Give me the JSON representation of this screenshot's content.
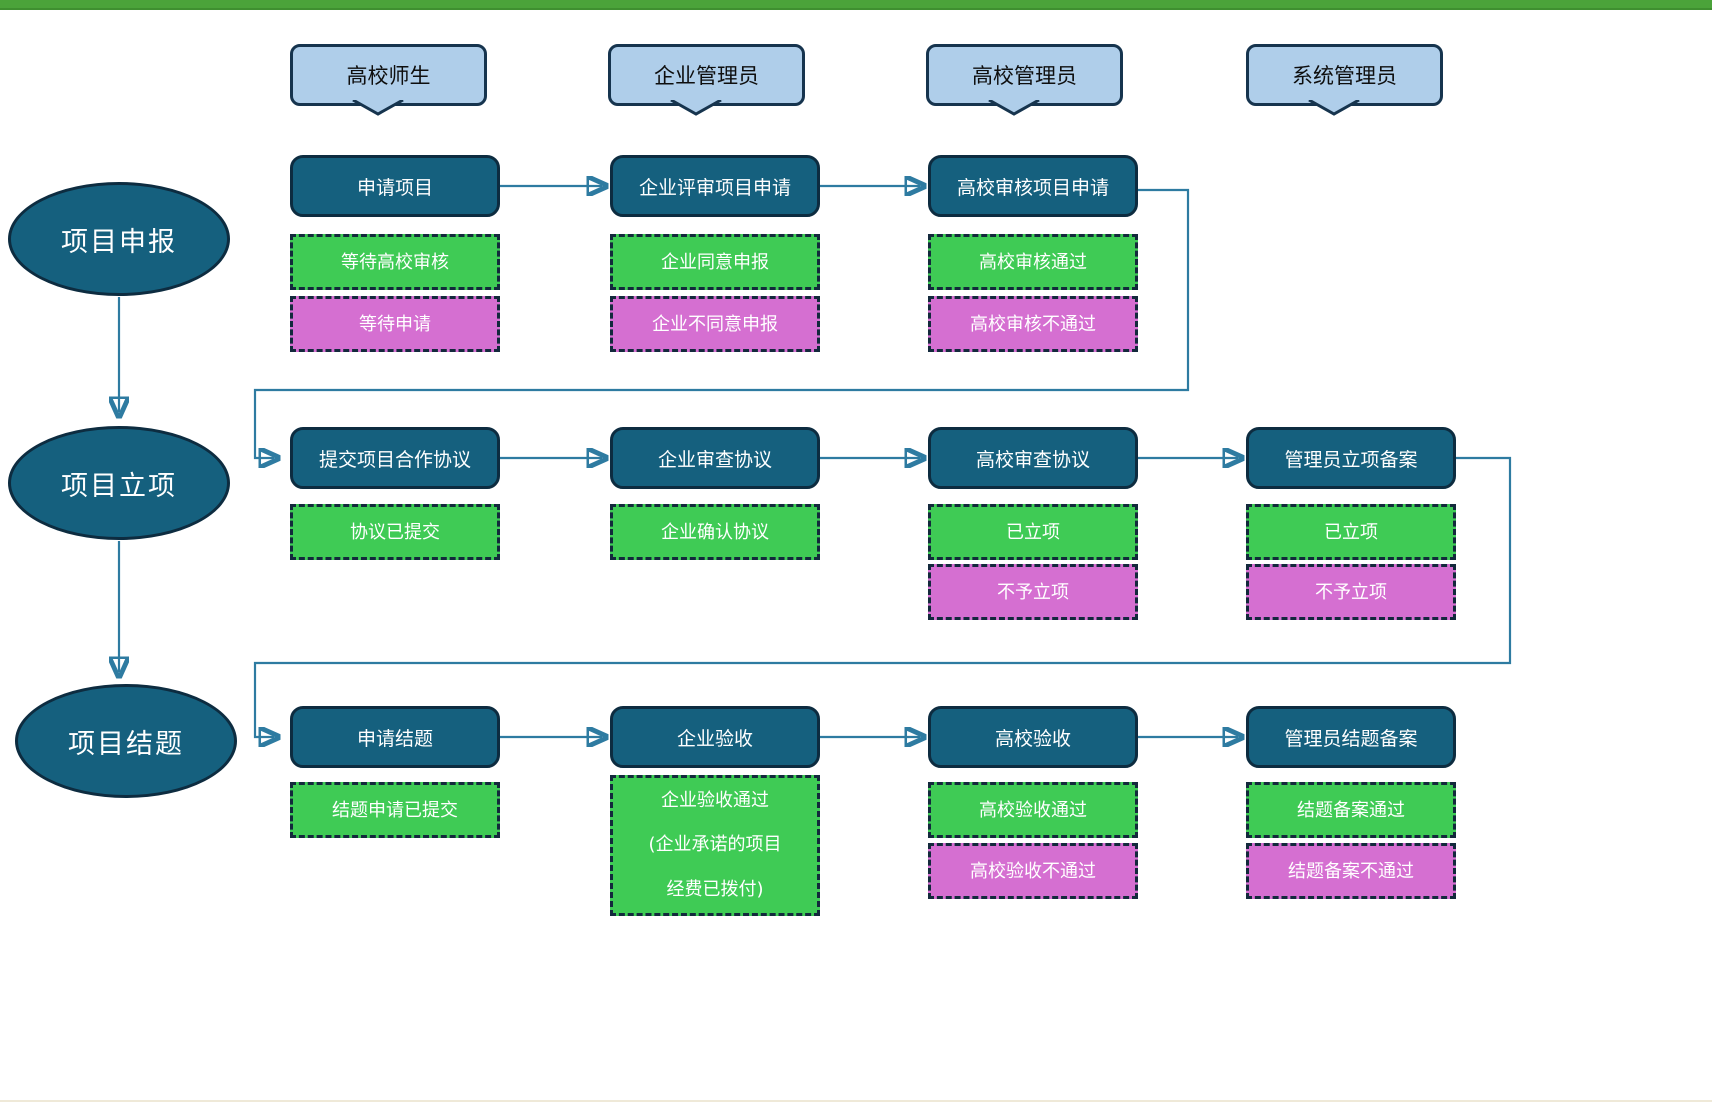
{
  "diagram": {
    "columns": [
      {
        "label": "高校师生"
      },
      {
        "label": "企业管理员"
      },
      {
        "label": "高校管理员"
      },
      {
        "label": "系统管理员"
      }
    ],
    "phases": [
      {
        "label": "项目申报"
      },
      {
        "label": "项目立项"
      },
      {
        "label": "项目结题"
      }
    ],
    "rows": [
      {
        "steps": [
          {
            "title": "申请项目",
            "statuses": [
              {
                "tone": "green",
                "text": "等待高校审核"
              },
              {
                "tone": "magenta",
                "text": "等待申请"
              }
            ]
          },
          {
            "title": "企业评审项目申请",
            "statuses": [
              {
                "tone": "green",
                "text": "企业同意申报"
              },
              {
                "tone": "magenta",
                "text": "企业不同意申报"
              }
            ]
          },
          {
            "title": "高校审核项目申请",
            "statuses": [
              {
                "tone": "green",
                "text": "高校审核通过"
              },
              {
                "tone": "magenta",
                "text": "高校审核不通过"
              }
            ]
          }
        ]
      },
      {
        "steps": [
          {
            "title": "提交项目合作协议",
            "statuses": [
              {
                "tone": "green",
                "text": "协议已提交"
              }
            ]
          },
          {
            "title": "企业审查协议",
            "statuses": [
              {
                "tone": "green",
                "text": "企业确认协议"
              }
            ]
          },
          {
            "title": "高校审查协议",
            "statuses": [
              {
                "tone": "green",
                "text": "已立项"
              },
              {
                "tone": "magenta",
                "text": "不予立项"
              }
            ]
          },
          {
            "title": "管理员立项备案",
            "statuses": [
              {
                "tone": "green",
                "text": "已立项"
              },
              {
                "tone": "magenta",
                "text": "不予立项"
              }
            ]
          }
        ]
      },
      {
        "steps": [
          {
            "title": "申请结题",
            "statuses": [
              {
                "tone": "green",
                "text": "结题申请已提交"
              }
            ]
          },
          {
            "title": "企业验收",
            "statuses": [
              {
                "tone": "green",
                "text": "企业验收通过\n(企业承诺的项目\n经费已拨付)"
              }
            ]
          },
          {
            "title": "高校验收",
            "statuses": [
              {
                "tone": "green",
                "text": "高校验收通过"
              },
              {
                "tone": "magenta",
                "text": "高校验收不通过"
              }
            ]
          },
          {
            "title": "管理员结题备案",
            "statuses": [
              {
                "tone": "green",
                "text": "结题备案通过"
              },
              {
                "tone": "magenta",
                "text": "结题备案不通过"
              }
            ]
          }
        ]
      }
    ],
    "colors": {
      "top_bar": "#4BA33A",
      "process_fill": "#15607E",
      "process_border": "#0D2C40",
      "status_green": "#3FCB55",
      "status_magenta": "#D56FD1",
      "status_border": "#13293C",
      "column_header_fill": "#AFCEEA",
      "column_header_border": "#16344E",
      "connector": "#2E7BA1",
      "bottom_line": "#EFE9D8"
    }
  }
}
